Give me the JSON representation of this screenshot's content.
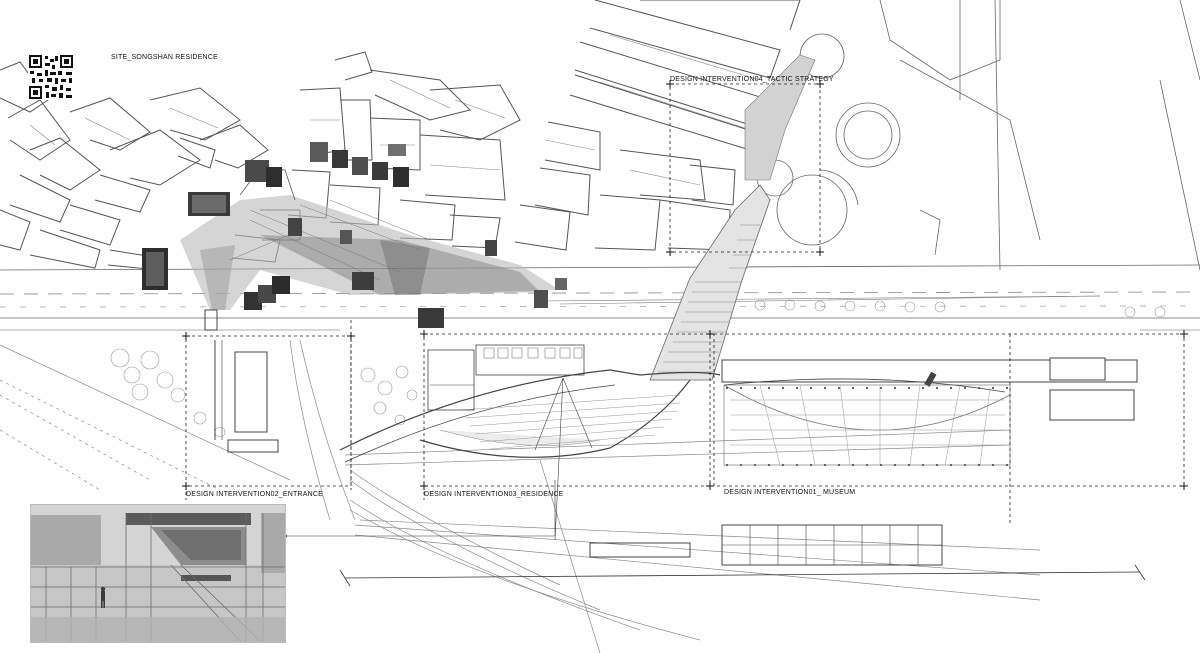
{
  "title": "SITE_SONGSHAN RESIDENCE",
  "interventions": {
    "d04": "DESIGN INTERVENTION04_TACTIC STRATEGY",
    "d02": "DESIGN INTERVENTION02_ENTRANCE",
    "d03": "DESIGN INTERVENTION03_RESIDENCE",
    "d01": "DESIGN INTERVENTION01_ MUSEUM"
  },
  "colors": {
    "line": "#555555",
    "light_line": "#9a9a9a",
    "frame": "#222222",
    "plaza": "#8f8f8f"
  }
}
